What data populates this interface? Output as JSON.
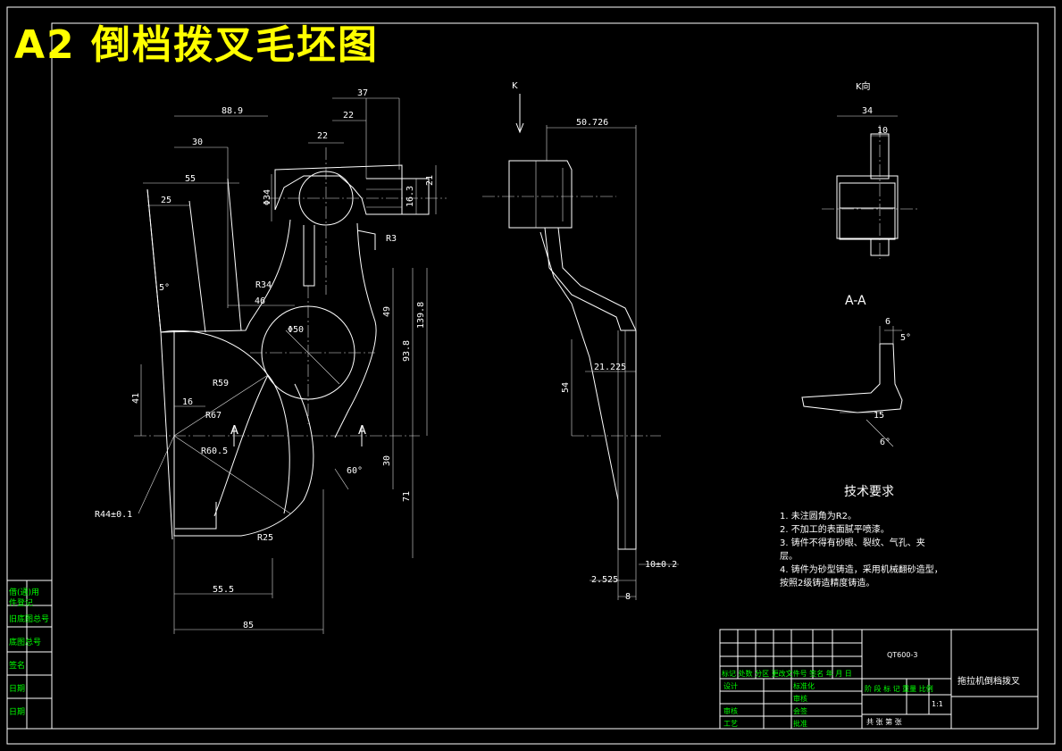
{
  "title": "A2 倒档拨叉毛坯图",
  "views": {
    "k_arrow_label": "K",
    "k_view_label": "K向",
    "section_label": "A-A",
    "section_mark_left": "A",
    "section_mark_right": "A"
  },
  "dimensions": {
    "main": [
      "37",
      "88.9",
      "22",
      "30",
      "22",
      "55",
      "25",
      "Φ34",
      "16.3",
      "21",
      "R3",
      "5°",
      "R34",
      "46",
      "Φ50",
      "R59",
      "16",
      "R67",
      "41",
      "49",
      "93.8",
      "139.8",
      "R60.5",
      "30",
      "60°",
      "71",
      "R44±0.1",
      "R25",
      "55.5",
      "85"
    ],
    "side": [
      "50.726",
      "21.225",
      "54",
      "10±0.2",
      "2.525",
      "8"
    ],
    "kview": [
      "34",
      "10"
    ],
    "section": [
      "6",
      "5°",
      "15",
      "6°"
    ]
  },
  "tech_requirements": {
    "heading": "技术要求",
    "items": [
      "1. 未注圆角为R2。",
      "2. 不加工的表面腻平喷漆。",
      "3. 铸件不得有砂眼、裂纹、气孔、夹",
      "层。",
      "4. 铸件为砂型铸造，采用机械翻砂造型，",
      "   按照2级铸造精度铸造。"
    ]
  },
  "side_labels": [
    "借(通)用",
    "件登记",
    "旧底图总号",
    "底图总号",
    "签名",
    "日期",
    "日期"
  ],
  "title_block": {
    "material": "QT600-3",
    "part_name": "拖拉机倒档拨叉",
    "revision_header": "标记 处数 分区 更改文件号 签名 年 月 日",
    "roles": [
      "设计",
      "审核",
      "工艺"
    ],
    "roles2": [
      "标准化",
      "",
      "批准"
    ],
    "roles2b": [
      "审核",
      "会签"
    ],
    "stage_header": "阶 段 标 记  重量 比例",
    "scale": "1:1",
    "sheet": "共   张   第   张"
  }
}
